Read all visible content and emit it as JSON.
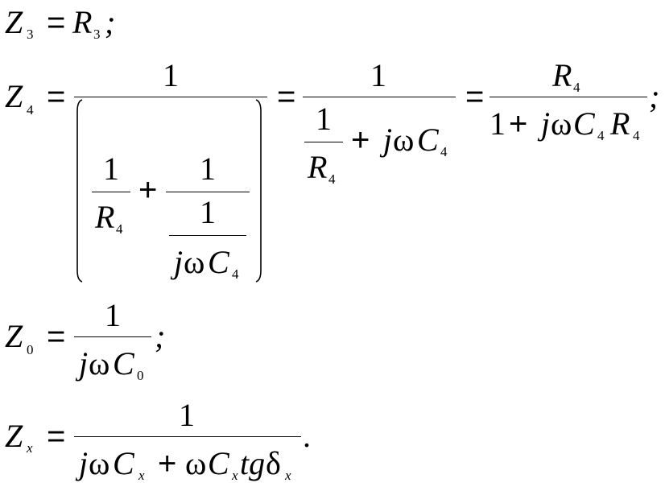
{
  "equations": {
    "z3": {
      "lhs_symbol": "Z",
      "lhs_sub": "3",
      "equals": "=",
      "rhs_symbol": "R",
      "rhs_sub": "3",
      "end": ";"
    },
    "z4": {
      "lhs_symbol": "Z",
      "lhs_sub": "4",
      "equals": "=",
      "frac1": {
        "numerator": "1",
        "den_a_num": "1",
        "den_a_den_symbol": "R",
        "den_a_den_sub": "4",
        "plus": "+",
        "den_b_num": "1",
        "den_b_inner_num": "1",
        "den_b_inner_den_j": "j",
        "den_b_inner_den_omega": "ω",
        "den_b_inner_den_symbol": "C",
        "den_b_inner_den_sub": "4"
      },
      "equals2": "=",
      "frac2": {
        "numerator": "1",
        "den_a_num": "1",
        "den_a_den_symbol": "R",
        "den_a_den_sub": "4",
        "plus": "+",
        "j": "j",
        "omega": "ω",
        "symbol": "C",
        "sub": "4"
      },
      "equals3": "=",
      "frac3": {
        "num_symbol": "R",
        "num_sub": "4",
        "den_one": "1",
        "plus": "+",
        "j": "j",
        "omega": "ω",
        "c_symbol": "C",
        "c_sub": "4",
        "r_symbol": "R",
        "r_sub": "4"
      },
      "end": ";"
    },
    "z0": {
      "lhs_symbol": "Z",
      "lhs_sub": "0",
      "equals": "=",
      "numerator": "1",
      "den_j": "j",
      "den_omega": "ω",
      "den_symbol": "C",
      "den_sub": "0",
      "end": ";"
    },
    "zx": {
      "lhs_symbol": "Z",
      "lhs_sub": "x",
      "equals": "=",
      "numerator": "1",
      "den_j": "j",
      "den_omega": "ω",
      "den_c": "C",
      "den_c_sub": "x",
      "plus": "+",
      "den_omega2": "ω",
      "den_c2": "C",
      "den_c2_sub": "x",
      "tg": "tg",
      "delta": "δ",
      "delta_sub": "x",
      "end": "."
    }
  }
}
